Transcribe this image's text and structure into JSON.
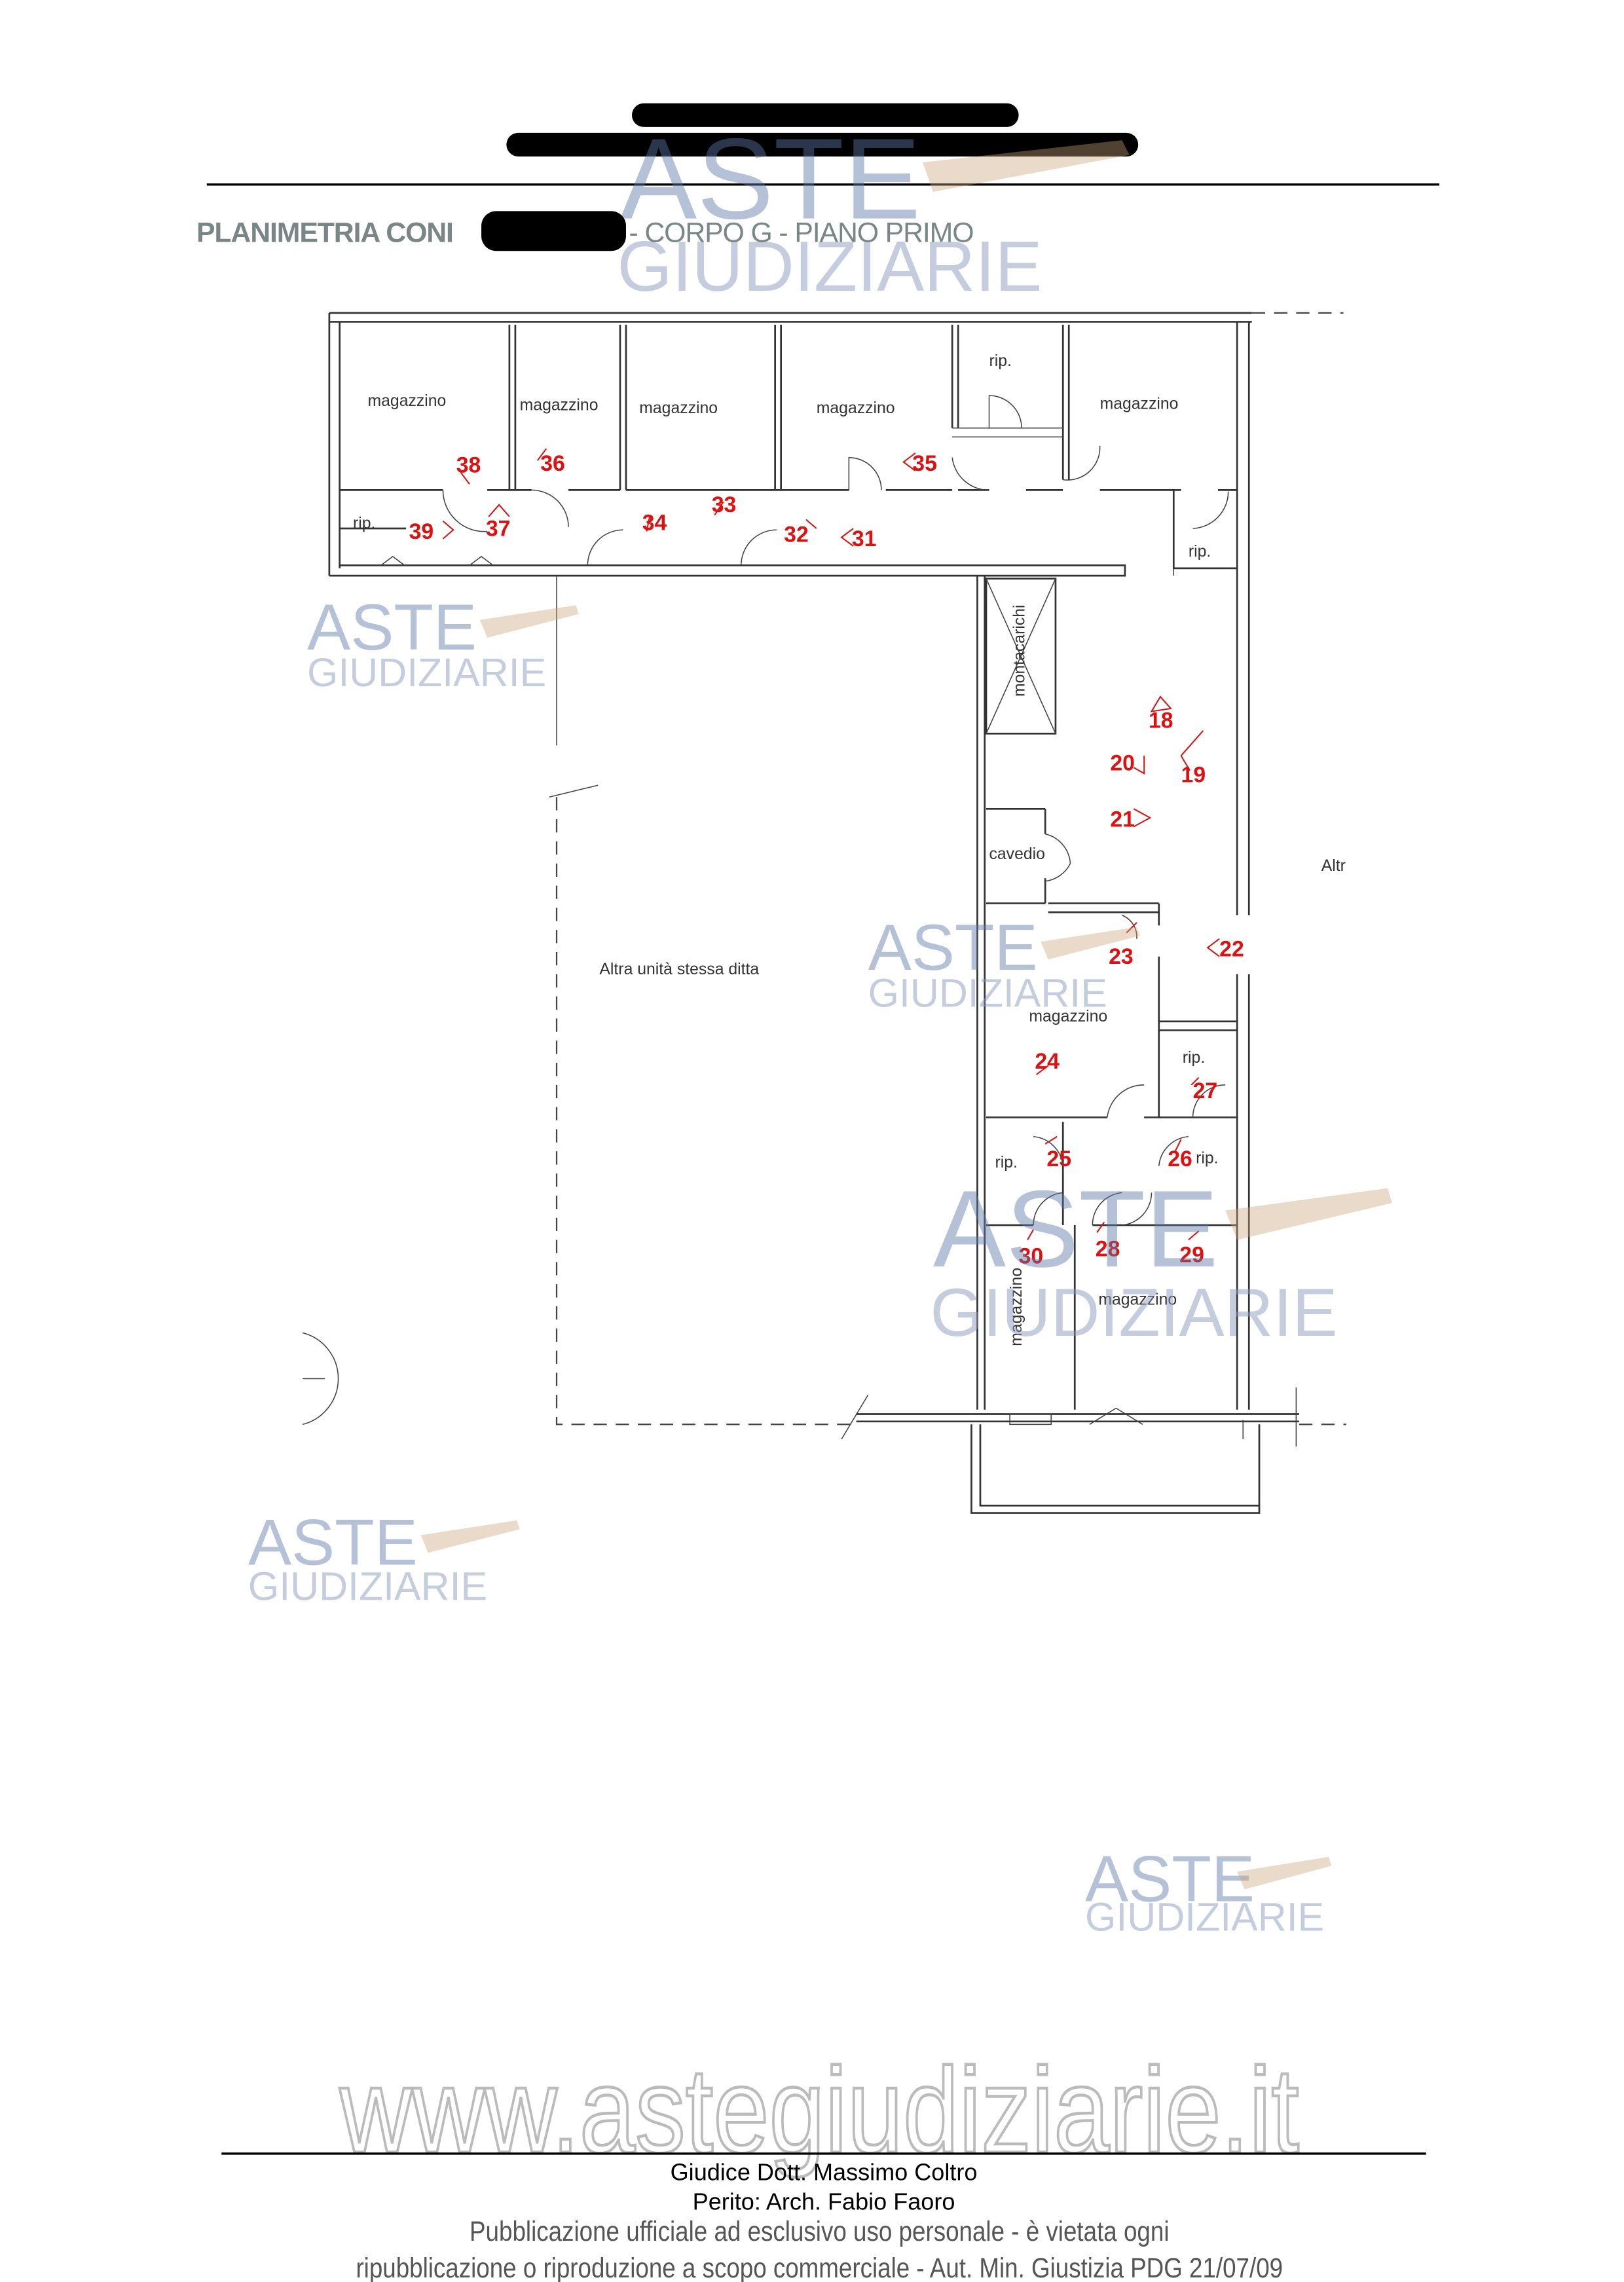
{
  "header": {
    "title_prefix": "PLANIMETRIA CONI",
    "title_suffix": "- CORPO G - PIANO PRIMO"
  },
  "watermark": {
    "line1": "ASTE",
    "line2": "GIUDIZIARIE",
    "url": "www.astegiudiziarie.it"
  },
  "plan": {
    "rooms": {
      "magazzino": "magazzino",
      "rip": "rip.",
      "montacarichi": "montacarichi",
      "cavedio": "cavedio",
      "other_unit": "Altra unità stessa ditta",
      "altr": "Altr"
    },
    "markers": {
      "m18": "18",
      "m19": "19",
      "m20": "20",
      "m21": "21",
      "m22": "22",
      "m23": "23",
      "m24": "24",
      "m25": "25",
      "m26": "26",
      "m27": "27",
      "m28": "28",
      "m29": "29",
      "m30": "30",
      "m31": "31",
      "m32": "32",
      "m33": "33",
      "m34": "34",
      "m35": "35",
      "m36": "36",
      "m37": "37",
      "m38": "38",
      "m39": "39"
    }
  },
  "footer": {
    "judge": "Giudice Dott. Massimo Coltro",
    "expert": "Perito: Arch. Fabio Faoro",
    "notice_line1": "Pubblicazione ufficiale ad esclusivo uso personale - è vietata ogni",
    "notice_line2": "ripubblicazione o riproduzione a scopo commerciale - Aut. Min. Giustizia PDG 21/07/09",
    "page_mark": "-"
  }
}
